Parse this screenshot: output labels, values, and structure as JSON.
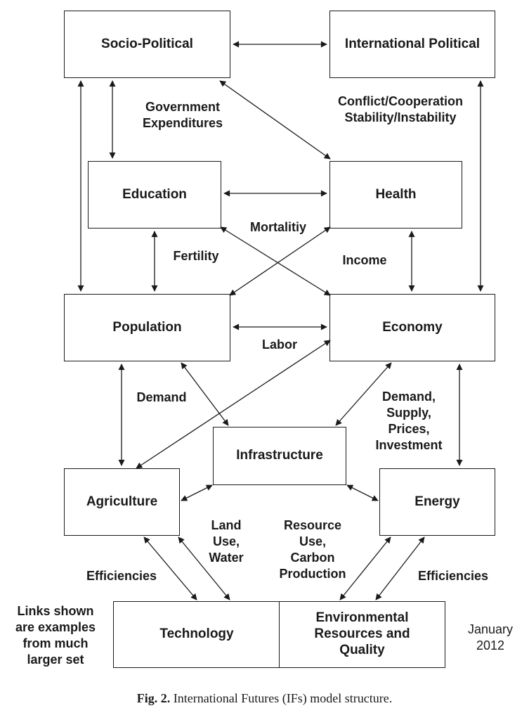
{
  "boxes": {
    "socio_political": "Socio-Political",
    "international_political": "International Political",
    "education": "Education",
    "health": "Health",
    "population": "Population",
    "economy": "Economy",
    "infrastructure": "Infrastructure",
    "agriculture": "Agriculture",
    "energy": "Energy",
    "technology": "Technology",
    "environmental": [
      "Environmental",
      "Resources and",
      "Quality"
    ]
  },
  "labels": {
    "government_expenditures": [
      "Government",
      "Expenditures"
    ],
    "conflict_cooperation": [
      "Conflict/Cooperation",
      "Stability/Instability"
    ],
    "mortality": "Mortalitiy",
    "fertility": "Fertility",
    "income": "Income",
    "labor": "Labor",
    "demand": "Demand",
    "demand_supply": [
      "Demand,",
      "Supply,",
      "Prices,",
      "Investment"
    ],
    "land_use": [
      "Land",
      "Use,",
      "Water"
    ],
    "resource_use": [
      "Resource",
      "Use,",
      "Carbon",
      "Production"
    ],
    "efficiencies_left": "Efficiencies",
    "efficiencies_right": "Efficiencies"
  },
  "notes": {
    "links_shown": [
      "Links shown",
      "are examples",
      "from much",
      "larger set"
    ],
    "date": [
      "January",
      "2012"
    ]
  },
  "caption": {
    "fig": "Fig. 2.",
    "text": "International Futures (IFs) model structure."
  },
  "colors": {
    "ink": "#1a1a1a",
    "background": "#ffffff"
  }
}
